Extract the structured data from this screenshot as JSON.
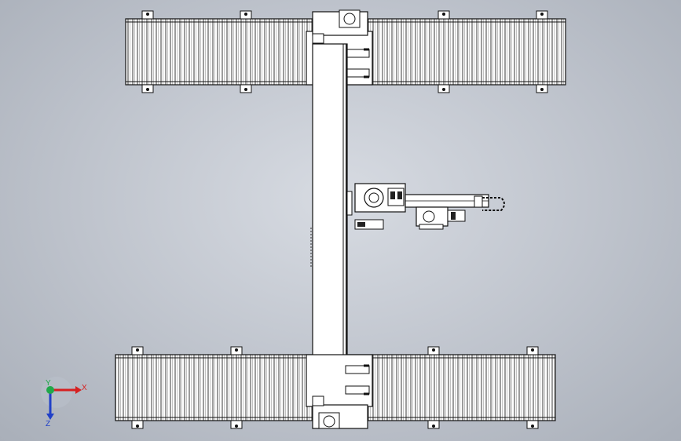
{
  "viewport": {
    "background_top": "#d7dbe2",
    "background_edge": "#a9afb9",
    "model": {
      "description": "gantry-conveyor-assembly"
    }
  },
  "triad": {
    "x_label": "X",
    "y_label": "Y",
    "z_label": "Z",
    "x_color": "#d62020",
    "y_color": "#21a84a",
    "z_color": "#2040c8"
  }
}
